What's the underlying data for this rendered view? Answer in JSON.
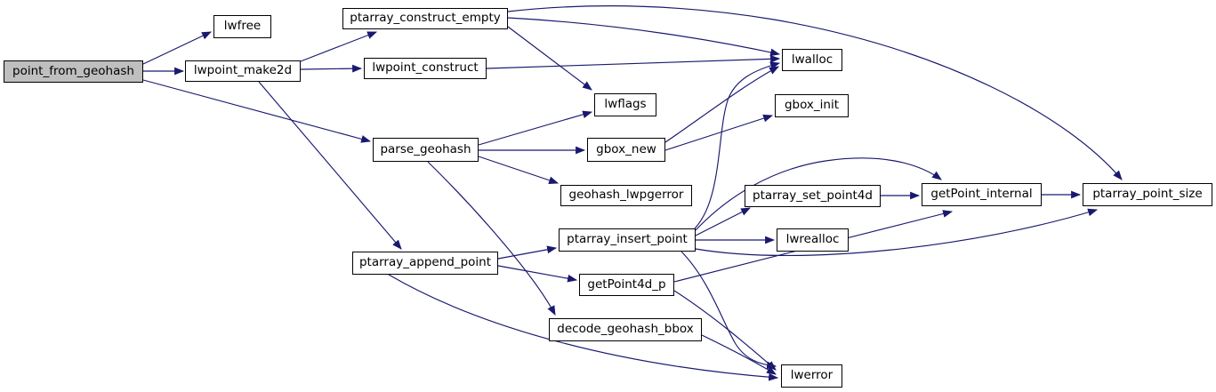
{
  "diagram": {
    "type": "call-graph",
    "root_function": "point_from_geohash",
    "colors": {
      "background": "#ffffff",
      "node_fill": "#ffffff",
      "node_border": "#000000",
      "highlight_fill": "#bfbfbf",
      "edge": "#191970",
      "text": "#000000"
    },
    "nodes": [
      {
        "id": "point_from_geohash",
        "label": "point_from_geohash",
        "highlighted": true
      },
      {
        "id": "lwfree",
        "label": "lwfree",
        "highlighted": false
      },
      {
        "id": "lwpoint_make2d",
        "label": "lwpoint_make2d",
        "highlighted": false
      },
      {
        "id": "ptarray_construct_empty",
        "label": "ptarray_construct_empty",
        "highlighted": false
      },
      {
        "id": "lwpoint_construct",
        "label": "lwpoint_construct",
        "highlighted": false
      },
      {
        "id": "lwflags",
        "label": "lwflags",
        "highlighted": false
      },
      {
        "id": "parse_geohash",
        "label": "parse_geohash",
        "highlighted": false
      },
      {
        "id": "gbox_new",
        "label": "gbox_new",
        "highlighted": false
      },
      {
        "id": "geohash_lwpgerror",
        "label": "geohash_lwpgerror",
        "highlighted": false
      },
      {
        "id": "lwalloc",
        "label": "lwalloc",
        "highlighted": false
      },
      {
        "id": "gbox_init",
        "label": "gbox_init",
        "highlighted": false
      },
      {
        "id": "ptarray_set_point4d",
        "label": "ptarray_set_point4d",
        "highlighted": false
      },
      {
        "id": "getPoint_internal",
        "label": "getPoint_internal",
        "highlighted": false
      },
      {
        "id": "ptarray_point_size",
        "label": "ptarray_point_size",
        "highlighted": false
      },
      {
        "id": "ptarray_insert_point",
        "label": "ptarray_insert_point",
        "highlighted": false
      },
      {
        "id": "lwrealloc",
        "label": "lwrealloc",
        "highlighted": false
      },
      {
        "id": "ptarray_append_point",
        "label": "ptarray_append_point",
        "highlighted": false
      },
      {
        "id": "getPoint4d_p",
        "label": "getPoint4d_p",
        "highlighted": false
      },
      {
        "id": "decode_geohash_bbox",
        "label": "decode_geohash_bbox",
        "highlighted": false
      },
      {
        "id": "lwerror",
        "label": "lwerror",
        "highlighted": false
      }
    ],
    "edges": [
      {
        "from": "point_from_geohash",
        "to": "lwfree"
      },
      {
        "from": "point_from_geohash",
        "to": "lwpoint_make2d"
      },
      {
        "from": "point_from_geohash",
        "to": "parse_geohash"
      },
      {
        "from": "lwpoint_make2d",
        "to": "ptarray_construct_empty"
      },
      {
        "from": "lwpoint_make2d",
        "to": "lwpoint_construct"
      },
      {
        "from": "lwpoint_make2d",
        "to": "ptarray_append_point"
      },
      {
        "from": "ptarray_construct_empty",
        "to": "lwalloc"
      },
      {
        "from": "ptarray_construct_empty",
        "to": "lwflags"
      },
      {
        "from": "ptarray_construct_empty",
        "to": "ptarray_point_size"
      },
      {
        "from": "lwpoint_construct",
        "to": "lwalloc"
      },
      {
        "from": "parse_geohash",
        "to": "lwflags"
      },
      {
        "from": "parse_geohash",
        "to": "gbox_new"
      },
      {
        "from": "parse_geohash",
        "to": "geohash_lwpgerror"
      },
      {
        "from": "parse_geohash",
        "to": "decode_geohash_bbox"
      },
      {
        "from": "gbox_new",
        "to": "lwalloc"
      },
      {
        "from": "gbox_new",
        "to": "gbox_init"
      },
      {
        "from": "ptarray_append_point",
        "to": "ptarray_insert_point"
      },
      {
        "from": "ptarray_append_point",
        "to": "getPoint4d_p"
      },
      {
        "from": "ptarray_append_point",
        "to": "lwerror"
      },
      {
        "from": "ptarray_insert_point",
        "to": "ptarray_set_point4d"
      },
      {
        "from": "ptarray_insert_point",
        "to": "lwrealloc"
      },
      {
        "from": "ptarray_insert_point",
        "to": "lwalloc"
      },
      {
        "from": "ptarray_insert_point",
        "to": "getPoint_internal"
      },
      {
        "from": "ptarray_insert_point",
        "to": "ptarray_point_size"
      },
      {
        "from": "ptarray_insert_point",
        "to": "lwerror"
      },
      {
        "from": "getPoint4d_p",
        "to": "getPoint_internal"
      },
      {
        "from": "getPoint4d_p",
        "to": "lwerror"
      },
      {
        "from": "decode_geohash_bbox",
        "to": "lwerror"
      },
      {
        "from": "ptarray_set_point4d",
        "to": "getPoint_internal"
      },
      {
        "from": "getPoint_internal",
        "to": "ptarray_point_size"
      }
    ]
  }
}
